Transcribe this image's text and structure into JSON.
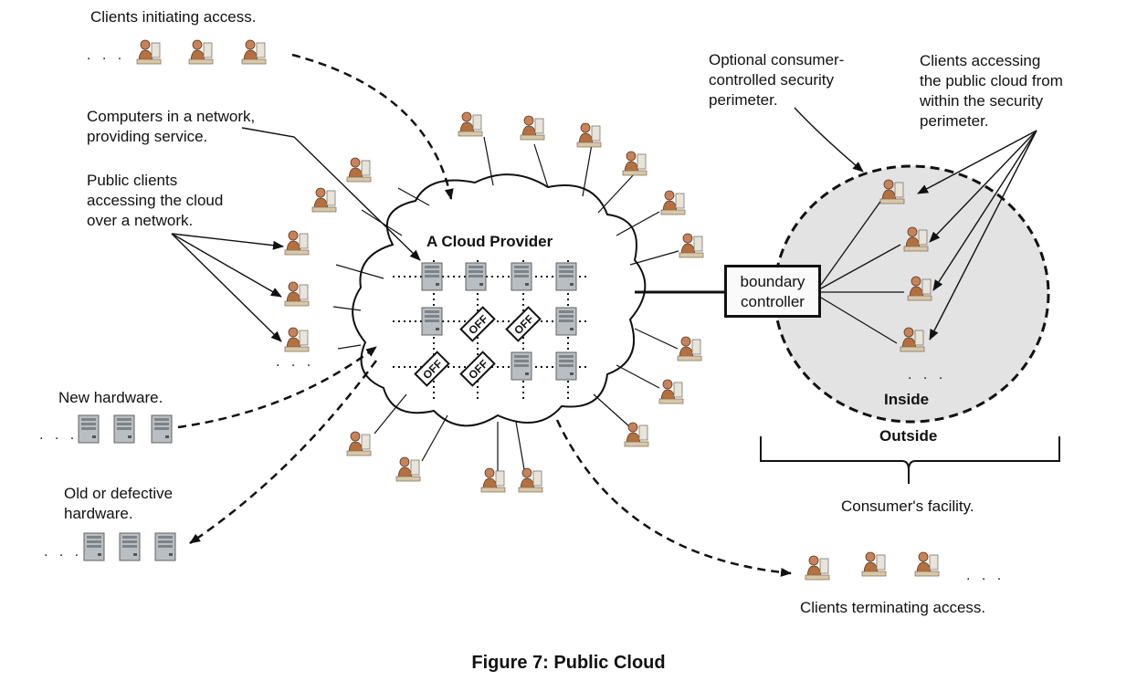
{
  "labels": {
    "clients_initiating": "Clients initiating access.",
    "computers_network": "Computers in a network,",
    "computers_network_2": "providing service.",
    "public_clients": "Public clients",
    "public_clients_2": "accessing the cloud",
    "public_clients_3": "over a network.",
    "new_hardware": "New hardware.",
    "old_hardware": "Old or defective",
    "old_hardware_2": "hardware.",
    "cloud_provider": "A Cloud Provider",
    "optional_perimeter": "Optional consumer-",
    "optional_perimeter_2": "controlled security",
    "optional_perimeter_3": "perimeter.",
    "clients_within": "Clients accessing",
    "clients_within_2": "the public cloud from",
    "clients_within_3": "within the security",
    "clients_within_4": "perimeter.",
    "boundary_controller": "boundary",
    "boundary_controller_2": "controller",
    "inside": "Inside",
    "outside": "Outside",
    "consumer_facility": "Consumer's facility.",
    "clients_terminating": "Clients terminating access.",
    "ellipsis": ". . .",
    "off": "OFF"
  },
  "caption": "Figure 7: Public Cloud",
  "colors": {
    "perimeter_fill": "#e3e3e3",
    "person_skin": "#c8825a",
    "server_gray": "#9aa0a4"
  },
  "icons": {
    "client": "person-at-computer-icon",
    "server": "server-tower-icon",
    "off_tag": "off-tag-icon"
  }
}
